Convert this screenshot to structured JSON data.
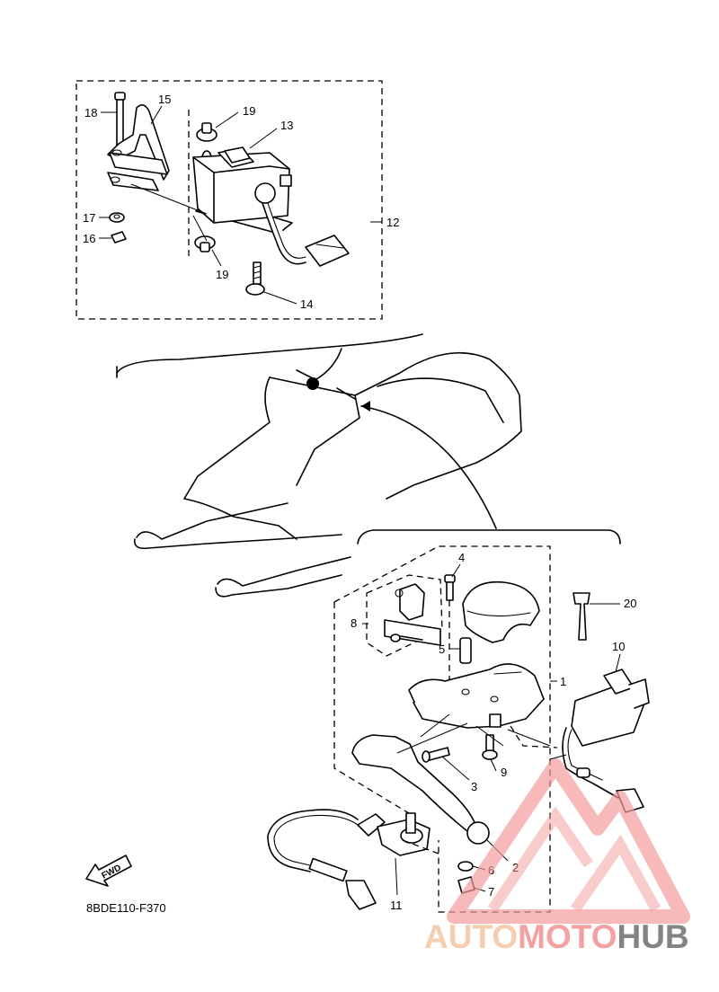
{
  "diagram": {
    "drawing_code": "8BDE110-F370",
    "fwd_label": "FWD",
    "callouts": {
      "c1": "1",
      "c2": "2",
      "c3": "3",
      "c4": "4",
      "c5": "5",
      "c6": "6",
      "c7": "7",
      "c8": "8",
      "c9": "9",
      "c10": "10",
      "c11": "11",
      "c12": "12",
      "c13": "13",
      "c14": "14",
      "c15": "15",
      "c16": "16",
      "c17": "17",
      "c18": "18",
      "c19a": "19",
      "c19b": "19",
      "c20": "20"
    }
  },
  "watermark": {
    "part1": "AUTO",
    "part2": "MOTO",
    "part3": "HUB",
    "colors": {
      "light": "#f6c9a8",
      "mid": "#f39a9a",
      "dark": "#7a7a7a"
    }
  }
}
